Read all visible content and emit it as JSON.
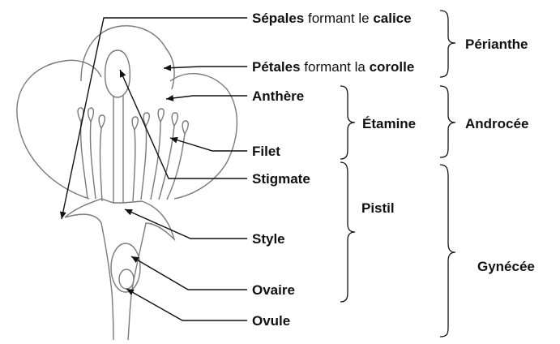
{
  "labels": {
    "sepales": {
      "bold": "Sépales",
      "mid": " formant le ",
      "end": "calice"
    },
    "petales": {
      "bold": "Pétales",
      "mid": " formant la ",
      "end": "corolle"
    },
    "anthere": "Anthère",
    "filet": "Filet",
    "stigmate": "Stigmate",
    "style": "Style",
    "ovaire": "Ovaire",
    "ovule": "Ovule"
  },
  "groups": {
    "etamine": "Étamine",
    "pistil": "Pistil",
    "perianthe": "Périanthe",
    "androcee": "Androcée",
    "gynecee": "Gynécée"
  }
}
